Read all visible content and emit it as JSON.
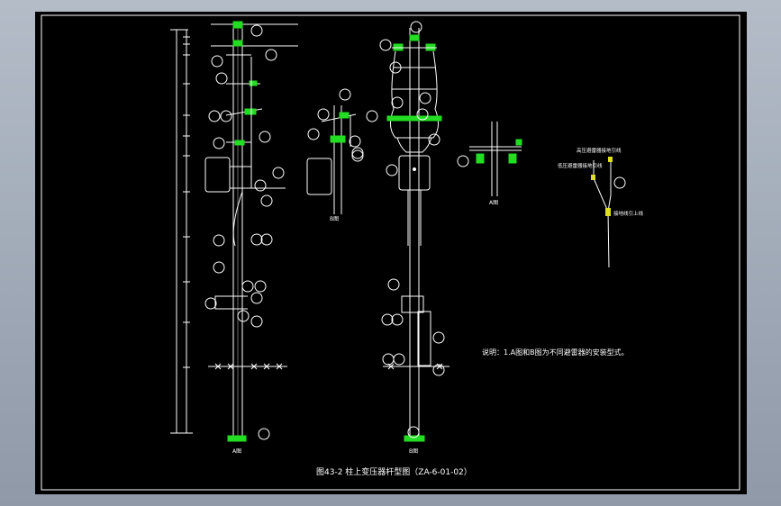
{
  "drawing": {
    "title": "图43-2 柱上变压器杆型图（ZA-6-01-02）",
    "note": "说明：1.A图和B图为不同避雷器的安装型式。",
    "view_a_label": "A图",
    "view_b_label": "B图",
    "detail_label": "A图",
    "detail_right": {
      "label_top": "高压避雷器接地引线",
      "label_mid": "低压避雷器接地引线",
      "label_bottom": "接地线引上线"
    }
  },
  "colors": {
    "background": "#000000",
    "linework": "#ffffff",
    "fittings": "#22dd22",
    "frame_outer": "#9aa4b3"
  }
}
